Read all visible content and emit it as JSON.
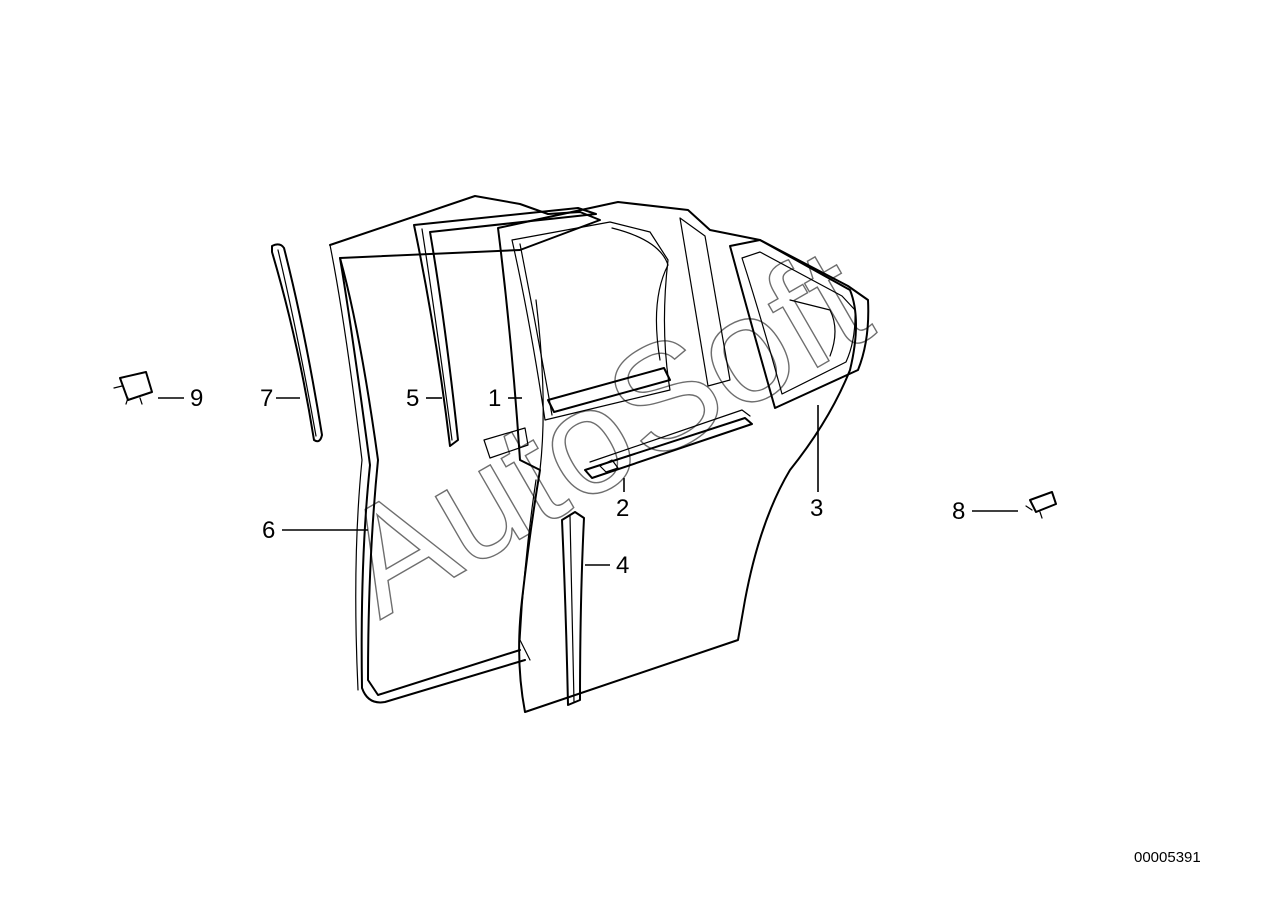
{
  "watermark": "AutoSoft",
  "document_number": "00005391",
  "callouts": [
    {
      "id": "1",
      "label": "1"
    },
    {
      "id": "2",
      "label": "2"
    },
    {
      "id": "3",
      "label": "3"
    },
    {
      "id": "4",
      "label": "4"
    },
    {
      "id": "5",
      "label": "5"
    },
    {
      "id": "6",
      "label": "6"
    },
    {
      "id": "7",
      "label": "7"
    },
    {
      "id": "8",
      "label": "8"
    },
    {
      "id": "9",
      "label": "9"
    }
  ]
}
